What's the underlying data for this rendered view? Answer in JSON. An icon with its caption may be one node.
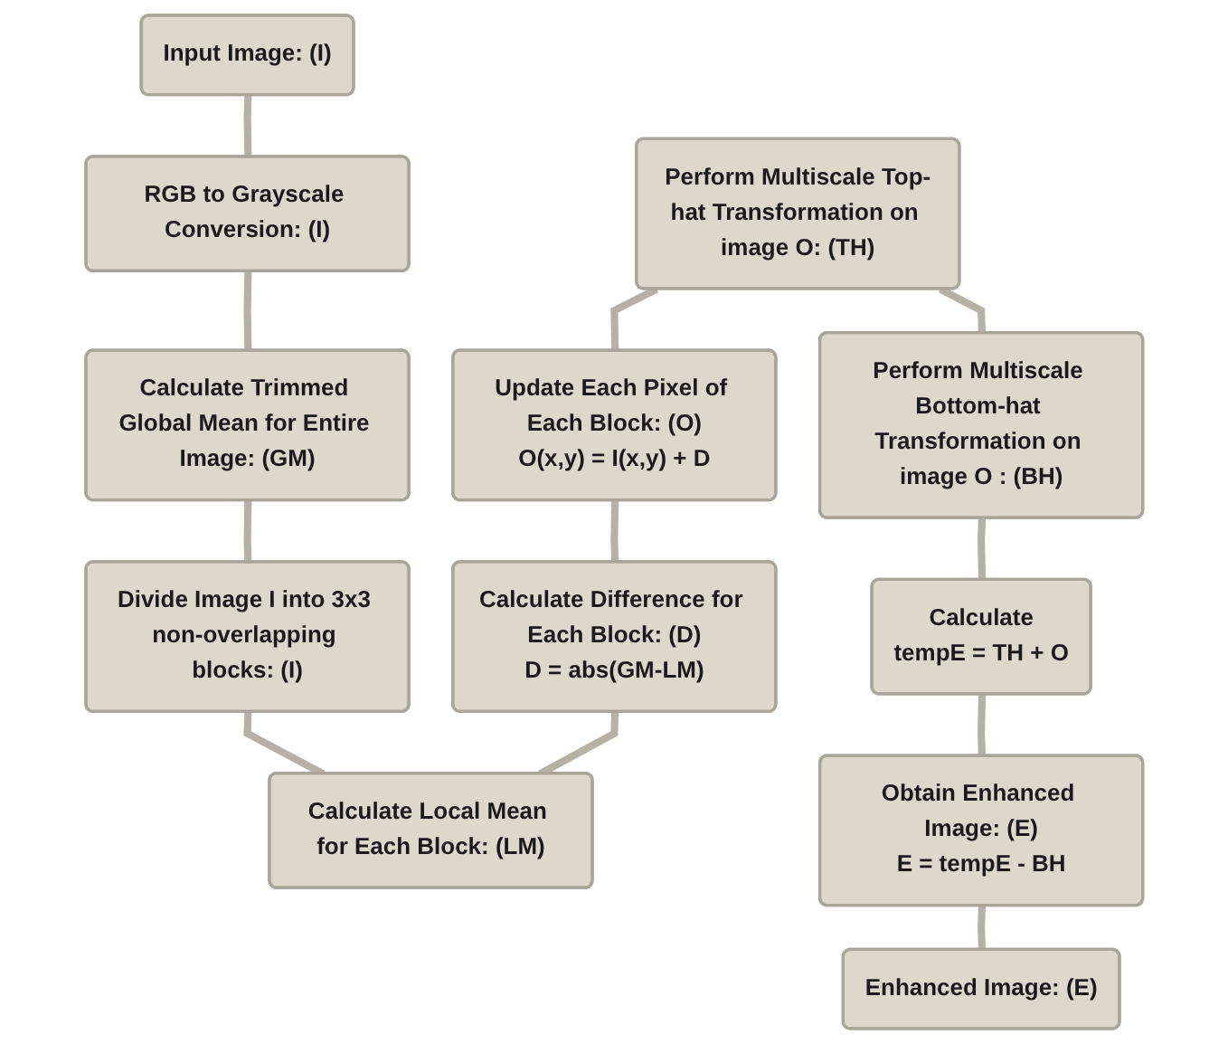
{
  "diagram": {
    "nodes": [
      {
        "text": [
          "Input Image:  (I)"
        ]
      },
      {
        "text": [
          "RGB to Grayscale Conversion: (I)"
        ]
      },
      {
        "text": [
          "Calculate Trimmed Global Mean for Entire Image: (GM)"
        ]
      },
      {
        "text": [
          "Divide Image I into 3x3 non-overlapping blocks: (I)"
        ]
      },
      {
        "text": [
          "Calculate Local Mean for Each Block: (LM)"
        ]
      },
      {
        "text": [
          "Calculate Difference for Each Block: (D)",
          "D = abs(GM-LM)"
        ]
      },
      {
        "text": [
          "Update Each Pixel of Each Block: (O)",
          "O(x,y) = I(x,y) + D"
        ]
      },
      {
        "text": [
          "Perform Multiscale Top-hat Transformation on image O: (TH)"
        ]
      },
      {
        "text": [
          "Perform Multiscale Bottom-hat Transformation on image O : (BH)"
        ]
      },
      {
        "text": [
          "Calculate",
          "tempE = TH + O"
        ]
      },
      {
        "text": [
          "Obtain Enhanced Image: (E)",
          "E = tempE - BH"
        ]
      },
      {
        "text": [
          "Enhanced Image: (E)"
        ]
      }
    ],
    "edges": [
      {
        "from": 0,
        "to": 1,
        "arrow": "none"
      },
      {
        "from": 1,
        "to": 2,
        "arrow": "none"
      },
      {
        "from": 2,
        "to": 3,
        "arrow": "none"
      },
      {
        "from": 3,
        "to": 4,
        "arrow": "none"
      },
      {
        "from": 4,
        "to": 5,
        "arrow": "none"
      },
      {
        "from": 5,
        "to": 6,
        "arrow": "none"
      },
      {
        "from": 6,
        "to": 7,
        "arrow": "none"
      },
      {
        "from": 7,
        "to": 8,
        "arrow": "none"
      },
      {
        "from": 8,
        "to": 9,
        "arrow": "none"
      },
      {
        "from": 9,
        "to": 10,
        "arrow": "none"
      },
      {
        "from": 10,
        "to": 11,
        "arrow": "none"
      }
    ]
  }
}
